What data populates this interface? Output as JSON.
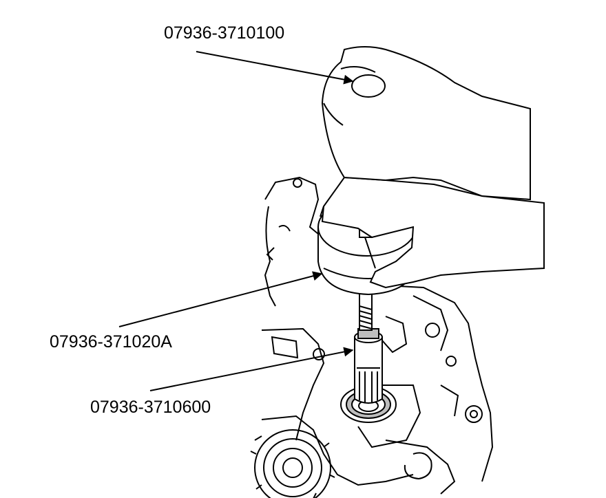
{
  "callouts": {
    "top": "07936-3710100",
    "middle": "07936-371020A",
    "bottom": "07936-3710600"
  },
  "colors": {
    "line": "#000000",
    "fill": "#ffffff",
    "shade": "#bdbdbd"
  }
}
